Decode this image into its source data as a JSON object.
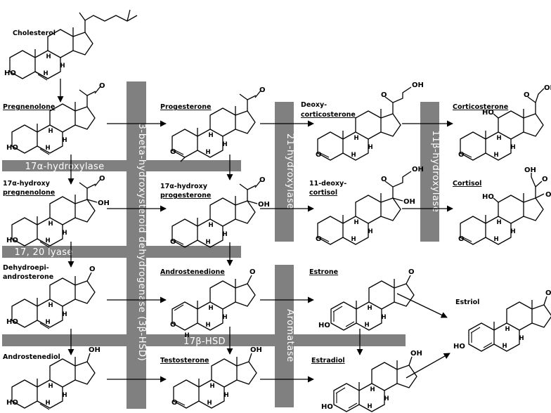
{
  "colors": {
    "band": "#808080",
    "band_text": "#ffffff",
    "structure": "#000000",
    "background": "#ffffff"
  },
  "compounds": {
    "cholesterol": "Cholesterol",
    "pregnenolone": "Pregnenolone",
    "progesterone": "Progesterone",
    "deoxycorticosterone_1": "Deoxy-",
    "deoxycorticosterone_2": "corticosterone",
    "corticosterone": "Corticosterone",
    "hydroxypregnenolone_1": "17α-hydroxy",
    "hydroxypregnenolone_2": "pregnenolone",
    "hydroxyprogesterone_1": "17α-hydroxy",
    "hydroxyprogesterone_2": "progesterone",
    "deoxycortisol_1": "11-deoxy-",
    "deoxycortisol_2": "cortisol",
    "cortisol": "Cortisol",
    "dhea_1": "Dehydroepi-",
    "dhea_2": "androsterone",
    "androstenedione": "Androstenedione",
    "estrone": "Estrone",
    "estriol": "Estriol",
    "androstenediol": "Androstenediol",
    "testosterone": "Testosterone",
    "estradiol": "Estradiol"
  },
  "enzymes": {
    "hsd3b": "3-beta-hydroxysteroid dehydrogenase (3β-HSD)",
    "hydroxylase17": "17α-hydroxylase",
    "lyase": "17, 20 lyase",
    "hydroxylase21": "21-hydroxylase",
    "hydroxylase11": "11β-hydroxylase",
    "aromatase": "Aromatase",
    "hsd17b": "17β-HSD"
  },
  "atoms": {
    "oxygen": "O",
    "hydroxyl_left": "HO",
    "hydroxyl_right": "OH",
    "hydrogen": "H"
  }
}
